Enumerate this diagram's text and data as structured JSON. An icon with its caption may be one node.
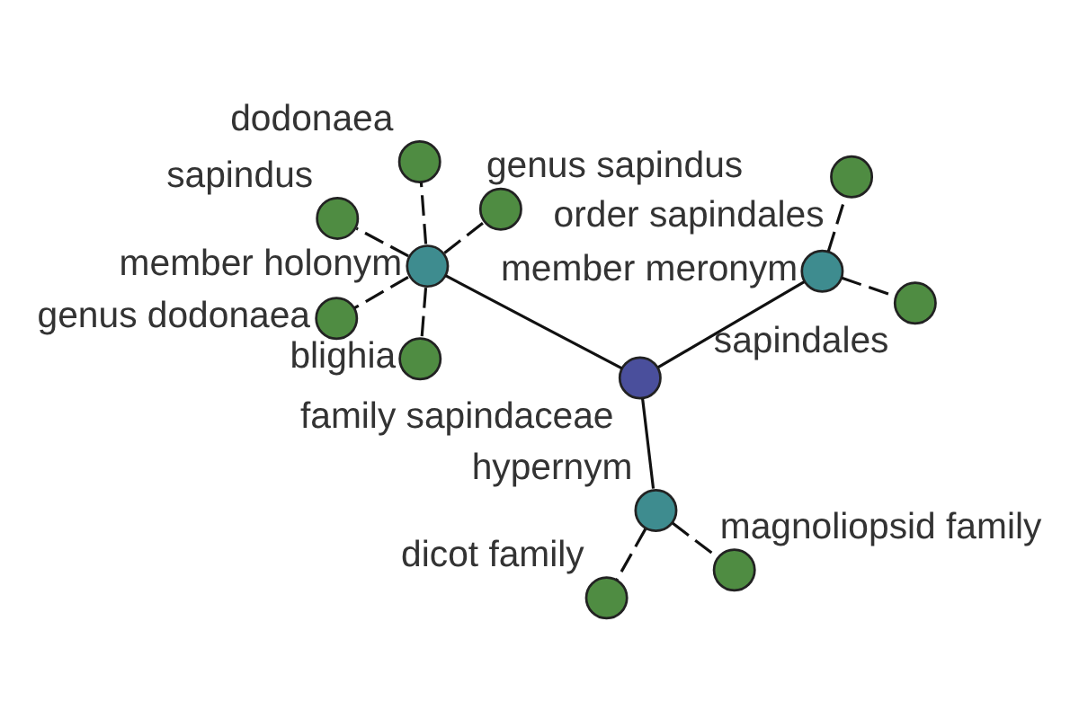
{
  "diagram": {
    "nodes": [
      {
        "text": [
          "family sapindaceae"
        ]
      },
      {
        "text": [
          "member holonym"
        ]
      },
      {
        "text": [
          "blighia"
        ]
      },
      {
        "text": [
          "dodonaea"
        ]
      },
      {
        "text": [
          "genus sapindus"
        ]
      },
      {
        "text": [
          "sapindus"
        ]
      },
      {
        "text": [
          "genus dodonaea"
        ]
      },
      {
        "text": [
          "hypernym"
        ]
      },
      {
        "text": [
          "dicot family"
        ]
      },
      {
        "text": [
          "magnoliopsid family"
        ]
      },
      {
        "text": [
          "member meronym"
        ]
      },
      {
        "text": [
          "order sapindales"
        ]
      },
      {
        "text": [
          "sapindales"
        ]
      }
    ],
    "edges": [
      {
        "from": 0,
        "to": 1,
        "arrow": "none"
      },
      {
        "from": 1,
        "to": 2,
        "arrow": "none",
        "style": "dashed"
      },
      {
        "from": 1,
        "to": 3,
        "arrow": "none",
        "style": "dashed"
      },
      {
        "from": 1,
        "to": 4,
        "arrow": "none",
        "style": "dashed"
      },
      {
        "from": 1,
        "to": 5,
        "arrow": "none",
        "style": "dashed"
      },
      {
        "from": 1,
        "to": 6,
        "arrow": "none",
        "style": "dashed"
      },
      {
        "from": 0,
        "to": 7,
        "arrow": "none"
      },
      {
        "from": 7,
        "to": 8,
        "arrow": "none",
        "style": "dashed"
      },
      {
        "from": 7,
        "to": 9,
        "arrow": "none",
        "style": "dashed"
      },
      {
        "from": 0,
        "to": 10,
        "arrow": "none"
      },
      {
        "from": 10,
        "to": 11,
        "arrow": "none",
        "style": "dashed"
      },
      {
        "from": 10,
        "to": 12,
        "arrow": "none",
        "style": "dashed"
      }
    ]
  }
}
